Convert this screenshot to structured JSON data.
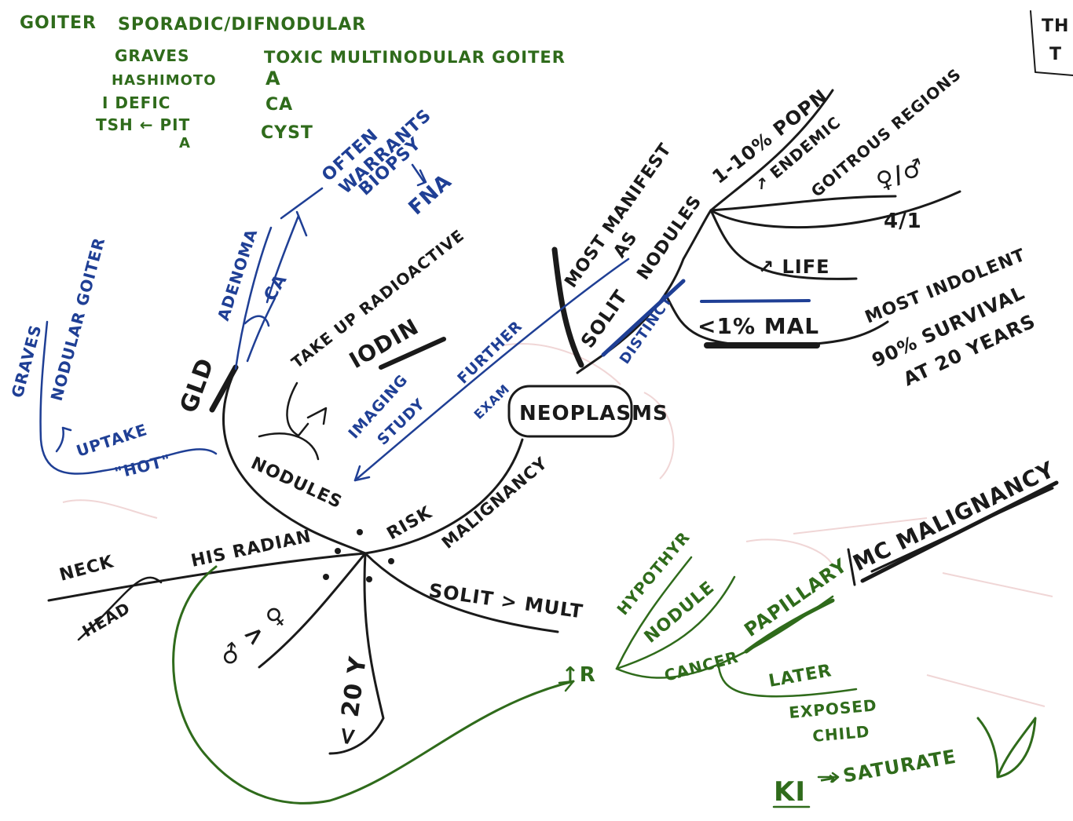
{
  "mindmap": {
    "center": "NEOPLASMS",
    "legend": {
      "header": [
        "GOITER",
        "SPORADIC/DIF",
        "NODULAR"
      ],
      "left_col": [
        "GRAVES",
        "HASHIMOTO",
        "I DEFIC",
        "TSH ← PIT",
        "A"
      ],
      "right_col": [
        "TOXIC MULTINODULAR GOITER",
        "A",
        "CA",
        "CYST"
      ],
      "corner": [
        "TH",
        "T"
      ]
    },
    "labels": {
      "often_warrants_biopsy": [
        "OFTEN",
        "WARRANTS",
        "BIOPSY"
      ],
      "fna": "FNA",
      "adenoma": "ADENOMA",
      "ca": "CA",
      "graves": "GRAVES",
      "nodular_goiter": "NODULAR GOITER",
      "uptake": "UPTAKE",
      "hot": "\"HOT\"",
      "gld": "GLD",
      "take_up_radioactive": "TAKE UP RADIOACTIVE",
      "iodine": "IODIN",
      "imaging_study_further": [
        "IMAGING",
        "STUDY",
        "FURTHER"
      ],
      "exam": "EXAM",
      "nodules": "NODULES",
      "risk": "RISK",
      "malignancy": "MALIGNANCY",
      "his_radiation": "HIS RADIAN",
      "neck": "NECK",
      "head": "HEAD",
      "male_female": "♂ > ♀",
      "age": "< 20 Y",
      "solit_mult": "SOLIT > MULT",
      "most_manifest_as": [
        "MOST MANIFEST",
        "AS"
      ],
      "solit_nodules": [
        "SOLIT",
        "NODULES"
      ],
      "distinct": "DISTINCT",
      "prevalence": "1-10% POPN",
      "endemic": "↗ ENDEMIC",
      "goitrous_regions": "GOITROUS REGIONS",
      "sex_ratio_top": "♀/♂",
      "sex_ratio_bottom": "4/1",
      "life": "↗ LIFE",
      "lt1_mal": "<1% MAL",
      "most_indolent": "MOST INDOLENT",
      "survival": [
        "90% SURVIVAL",
        "AT 20 YEARS"
      ],
      "hypothyroid": "HYPOTHYR",
      "nodule": "NODULE",
      "cancer": "CANCER",
      "papillary": "PAPILLARY",
      "mc_malignancy": "MC MALIGNANCY",
      "later": "LATER",
      "exposed_child": [
        "EXPOSED",
        "CHILD"
      ],
      "ki_saturate": [
        "KI",
        "→ SATURATE"
      ],
      "tr": "↑R"
    }
  }
}
